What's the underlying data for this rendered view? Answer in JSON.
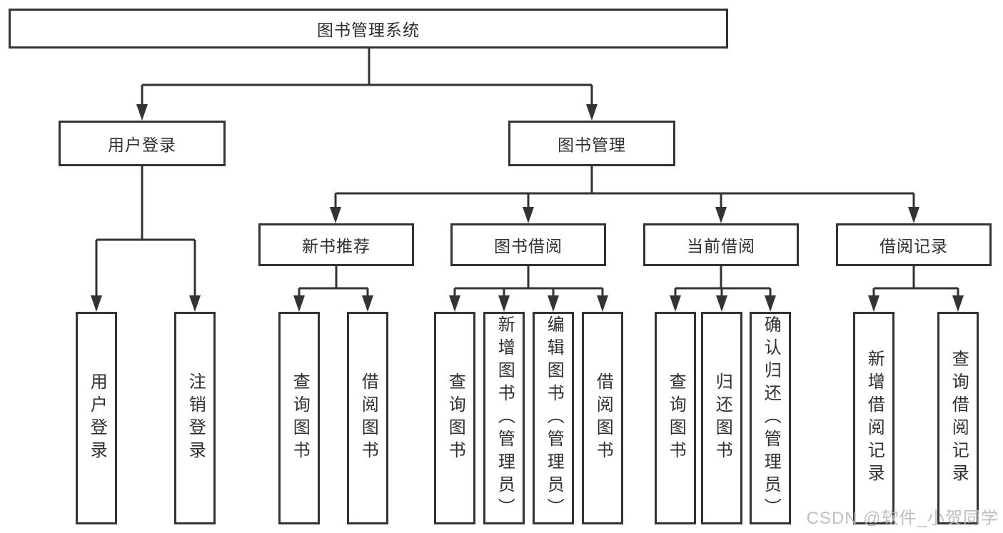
{
  "title": {
    "label": "图书管理系统"
  },
  "modules": [
    {
      "label": "用户登录",
      "children": [
        {
          "label": "用户登录"
        },
        {
          "label": "注销登录"
        }
      ]
    },
    {
      "label": "图书管理",
      "children": [
        {
          "label": "新书推荐",
          "children": [
            {
              "label": "查询图书"
            },
            {
              "label": "借阅图书"
            }
          ]
        },
        {
          "label": "图书借阅",
          "children": [
            {
              "label": "查询图书"
            },
            {
              "label": "新增图书（管理员）"
            },
            {
              "label": "编辑图书（管理员）"
            },
            {
              "label": "借阅图书"
            }
          ]
        },
        {
          "label": "当前借阅",
          "children": [
            {
              "label": "查询图书"
            },
            {
              "label": "归还图书"
            },
            {
              "label": "确认归还（管理员）"
            }
          ]
        },
        {
          "label": "借阅记录",
          "children": [
            {
              "label": "新增借阅记录"
            },
            {
              "label": "查询借阅记录"
            }
          ]
        }
      ]
    }
  ],
  "watermark": {
    "text": "CSDN @软件_小贺同学"
  },
  "colors": {
    "line": "#333333",
    "text": "#2f2f2f",
    "canvas": "#ffffff",
    "watermark": "#bababa"
  }
}
